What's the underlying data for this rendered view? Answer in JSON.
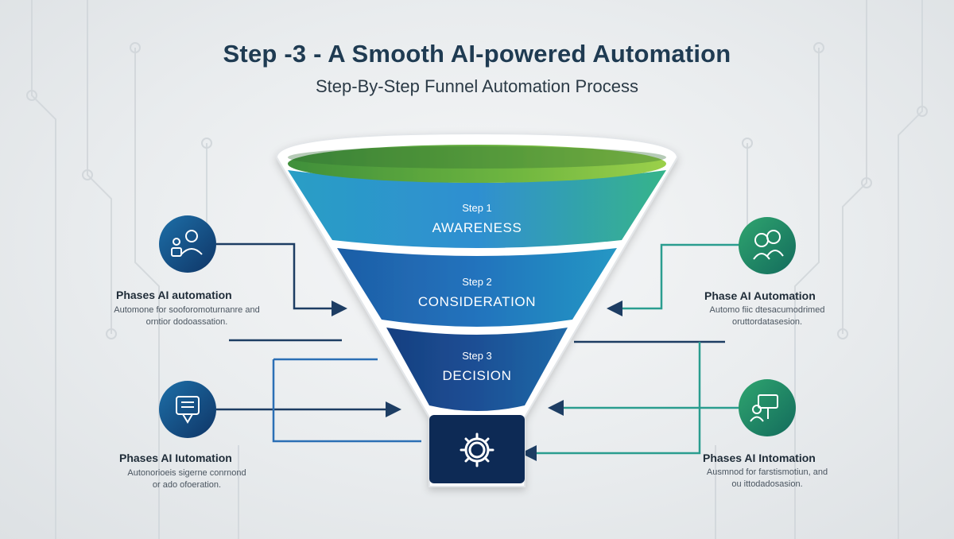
{
  "header": {
    "title": "Step -3 - A Smooth  AI-powered   Automation",
    "subtitle": "Step-By-Step Funnel Automation Process"
  },
  "funnel": {
    "stages": [
      {
        "step": "Step 1",
        "name": "AWARENESS",
        "color_top": "#2f8fd1",
        "color_bottom": "#2a9ec5"
      },
      {
        "step": "Step 2",
        "name": "CONSIDERATION",
        "color_top": "#2273bd",
        "color_bottom": "#1e5ea6"
      },
      {
        "step": "Step 3",
        "name": "DECISION",
        "color_top": "#1c4f95",
        "color_bottom": "#173f80"
      }
    ],
    "mouth_color": "#7fc241",
    "base_icon": "gear-icon",
    "base_color": "#0e2a55"
  },
  "phases": {
    "left_top": {
      "title": "Phases AI automation",
      "desc_line1": "Automone for sooforomoturnanre and",
      "desc_line2": "orntior dodoassation.",
      "icon": "people-icon"
    },
    "left_bottom": {
      "title": "Phases AI Iutomation",
      "desc_line1": "Autonorioeis sigerne conrnond",
      "desc_line2": "or ado ofoeration.",
      "icon": "checklist-icon"
    },
    "right_top": {
      "title": "Phase AI Automation",
      "desc_line1": "Automo fiic dtesacumodrimed",
      "desc_line2": "oruttordatasesion.",
      "icon": "faces-icon"
    },
    "right_bottom": {
      "title": "Phases AI Intomation",
      "desc_line1": "Ausmnod for farstismotiun, and",
      "desc_line2": "ou ittodadosasion.",
      "icon": "presenter-icon"
    }
  },
  "colors": {
    "arrow": "#1d3d63",
    "connector_green": "#2a9d8f",
    "icon_blue": "#16457a",
    "icon_green": "#1f8a6d"
  }
}
